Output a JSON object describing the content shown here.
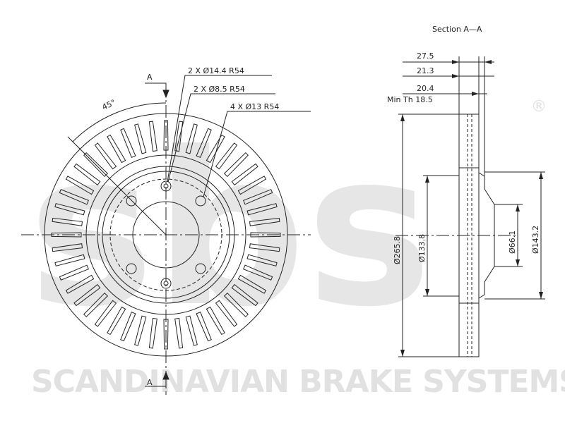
{
  "watermark": {
    "logo": "sbs",
    "registered": "®",
    "company": "SCANDINAVIAN BRAKE SYSTEMS"
  },
  "front_view": {
    "section_marker": "A",
    "section_marker_bottom": "A",
    "angle": "45°",
    "holes": [
      {
        "label": "2 X Ø14.4 R54"
      },
      {
        "label": "2 X Ø8.5 R54"
      },
      {
        "label": "4 X Ø13 R54"
      }
    ]
  },
  "section_view": {
    "title": "Section A—A",
    "dimensions": {
      "thickness_total": "27.5",
      "thickness_hat": "21.3",
      "thickness_disc": "20.4",
      "min_thickness": "Min Th 18.5",
      "outer_diameter": "Ø265.8",
      "hat_diameter": "Ø133.8",
      "center_bore": "Ø66.1",
      "inner_diameter": "Ø143.2"
    }
  },
  "colors": {
    "line": "#222222",
    "watermark": "#e2e2e2"
  }
}
